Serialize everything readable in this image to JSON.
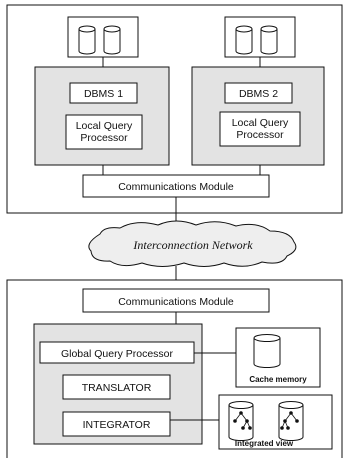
{
  "site_top": {
    "dbms": [
      {
        "name": "DBMS 1",
        "processor_line1": "Local Query",
        "processor_line2": "Processor"
      },
      {
        "name": "DBMS 2",
        "processor_line1": "Local Query",
        "processor_line2": "Processor"
      }
    ],
    "comm_module": "Communications Module"
  },
  "network": {
    "label": "Interconnection Network"
  },
  "site_bottom": {
    "comm_module": "Communications Module",
    "global_query_processor": "Global Query Processor",
    "translator": "TRANSLATOR",
    "integrator": "INTEGRATOR",
    "cache_label": "Cache memory",
    "integrated_label": "Integrated view"
  },
  "colors": {
    "panel_fill": "#e3e3e3",
    "stroke": "#111111"
  }
}
